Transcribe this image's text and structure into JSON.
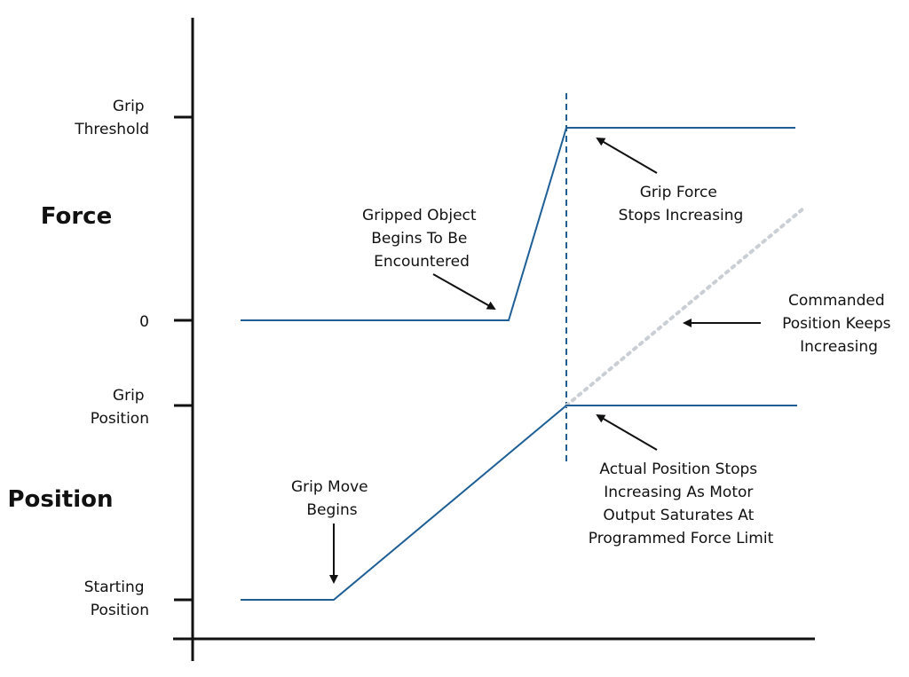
{
  "colors": {
    "axis": "#111111",
    "curve": "#1f5f96",
    "dashed_marker": "#1f5f96",
    "commanded": "#c9cfd4",
    "arrow": "#111111",
    "text": "#111111",
    "background": "#ffffff"
  },
  "axis": {
    "section_labels": {
      "force": "Force",
      "position": "Position"
    },
    "ticks": {
      "grip_threshold": [
        "Grip",
        "Threshold"
      ],
      "zero": [
        "0"
      ],
      "grip_position": [
        "Grip",
        "Position"
      ],
      "starting_position": [
        "Starting",
        "Position"
      ]
    }
  },
  "annotations": {
    "gripped_object": [
      "Gripped Object",
      "Begins To Be",
      "Encountered"
    ],
    "grip_force_stops": [
      "Grip Force",
      "Stops Increasing"
    ],
    "commanded_position": [
      "Commanded",
      "Position Keeps",
      "Increasing"
    ],
    "actual_position_stops": [
      "Actual Position Stops",
      "Increasing As Motor",
      "Output Saturates At",
      "Programmed Force Limit"
    ],
    "grip_move_begins": [
      "Grip Move",
      "Begins"
    ]
  }
}
